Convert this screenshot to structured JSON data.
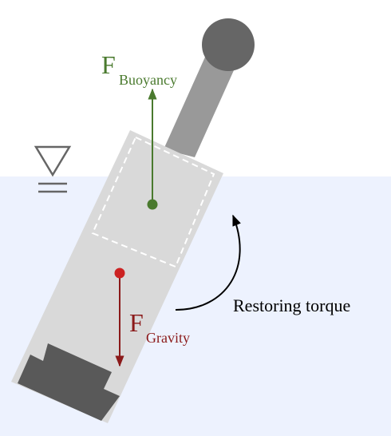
{
  "labels": {
    "buoyancy_main": "F",
    "buoyancy_sub": "Buoyancy",
    "gravity_main": "F",
    "gravity_sub": "Gravity",
    "torque": "Restoring torque"
  },
  "icons": {
    "water_level": "water-level-icon"
  },
  "colors": {
    "water": "#edf2fe",
    "hull": "#d9d9d9",
    "ballast": "#595959",
    "mast": "#999999",
    "mast_ball": "#666666",
    "buoyancy": "#4a7a2e",
    "gravity": "#8b1a1a",
    "torque_arrow": "#000000",
    "water_symbol": "#666666"
  }
}
